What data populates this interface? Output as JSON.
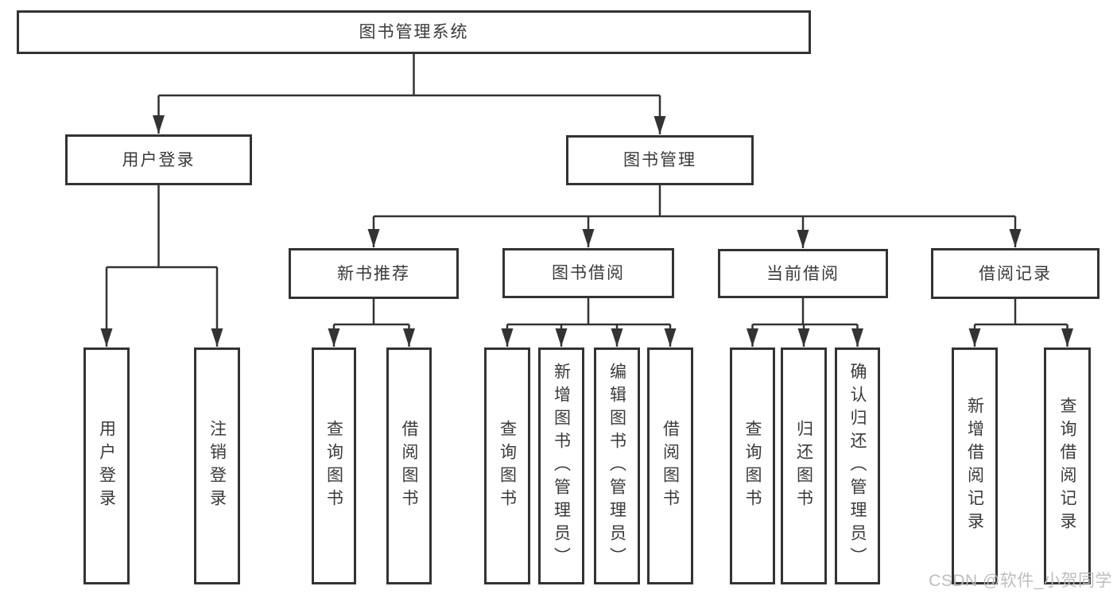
{
  "diagram": {
    "nodes": [
      {
        "id": "root",
        "label": "图书管理系统",
        "parent": null
      },
      {
        "id": "user-login",
        "label": "用户登录",
        "parent": "root"
      },
      {
        "id": "book-mgmt",
        "label": "图书管理",
        "parent": "root"
      },
      {
        "id": "new-book-rec",
        "label": "新书推荐",
        "parent": "book-mgmt"
      },
      {
        "id": "book-borrow",
        "label": "图书借阅",
        "parent": "book-mgmt"
      },
      {
        "id": "current-borrow",
        "label": "当前借阅",
        "parent": "book-mgmt"
      },
      {
        "id": "borrow-records",
        "label": "借阅记录",
        "parent": "book-mgmt"
      },
      {
        "id": "user-login-leaf",
        "label": "用户登录",
        "parent": "user-login"
      },
      {
        "id": "logout-leaf",
        "label": "注销登录",
        "parent": "user-login"
      },
      {
        "id": "query-books-rec",
        "label": "查询图书",
        "parent": "new-book-rec"
      },
      {
        "id": "borrow-books-rec",
        "label": "借阅图书",
        "parent": "new-book-rec"
      },
      {
        "id": "query-books-borrow",
        "label": "查询图书",
        "parent": "book-borrow"
      },
      {
        "id": "add-books-admin",
        "label": "新增图书（管理员）",
        "parent": "book-borrow"
      },
      {
        "id": "edit-books-admin",
        "label": "编辑图书（管理员）",
        "parent": "book-borrow"
      },
      {
        "id": "borrow-books-borrow",
        "label": "借阅图书",
        "parent": "book-borrow"
      },
      {
        "id": "query-books-current",
        "label": "查询图书",
        "parent": "current-borrow"
      },
      {
        "id": "return-books",
        "label": "归还图书",
        "parent": "current-borrow"
      },
      {
        "id": "confirm-return-admin",
        "label": "确认归还（管理员）",
        "parent": "current-borrow"
      },
      {
        "id": "add-borrow-record",
        "label": "新增借阅记录",
        "parent": "borrow-records"
      },
      {
        "id": "query-borrow-record",
        "label": "查询借阅记录",
        "parent": "borrow-records"
      }
    ],
    "colors": {
      "line": "#333333",
      "box_border": "#333333",
      "box_fill": "#ffffff",
      "text": "#3a3a3a",
      "watermark": "#bababa"
    }
  },
  "watermark": {
    "text": "CSDN @软件_小贺同学"
  }
}
